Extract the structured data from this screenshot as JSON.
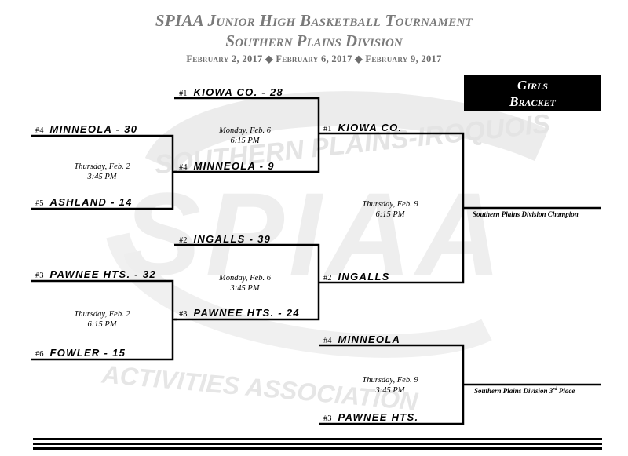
{
  "header": {
    "title": "SPIAA Junior High Basketball Tournament",
    "subtitle": "Southern Plains Division",
    "dates": "February 2, 2017 ◆ February 6, 2017 ◆ February 9, 2017"
  },
  "bracket_label": {
    "line1": "Girls",
    "line2": "Bracket"
  },
  "watermark": {
    "top_text": "SOUTHERN PLAINS-IROQUOIS",
    "logo_text": "SPIAA",
    "bottom_text": "ACTIVITIES ASSOCIATION"
  },
  "round1": [
    {
      "seed": "#4",
      "team": "MINNEOLA - 30"
    },
    {
      "seed": "#5",
      "team": "ASHLAND - 14"
    },
    {
      "seed": "#3",
      "team": "PAWNEE HTS. - 32"
    },
    {
      "seed": "#6",
      "team": "FOWLER - 15"
    }
  ],
  "round1_games": [
    {
      "day": "Thursday, Feb. 2",
      "time": "3:45 PM"
    },
    {
      "day": "Thursday, Feb. 2",
      "time": "6:15 PM"
    }
  ],
  "semis": [
    {
      "seed": "#1",
      "team": "KIOWA CO. - 28"
    },
    {
      "seed": "#4",
      "team": "MINNEOLA - 9"
    },
    {
      "seed": "#2",
      "team": "INGALLS - 39"
    },
    {
      "seed": "#3",
      "team": "PAWNEE HTS. - 24"
    }
  ],
  "semi_games": [
    {
      "day": "Monday, Feb. 6",
      "time": "6:15 PM"
    },
    {
      "day": "Monday, Feb. 6",
      "time": "3:45 PM"
    }
  ],
  "finals": [
    {
      "seed": "#1",
      "team": "KIOWA CO."
    },
    {
      "seed": "#2",
      "team": "INGALLS"
    }
  ],
  "final_game": {
    "day": "Thursday, Feb. 9",
    "time": "6:15 PM"
  },
  "champion_label": "Southern Plains Division Champion",
  "third": [
    {
      "seed": "#4",
      "team": "MINNEOLA"
    },
    {
      "seed": "#3",
      "team": "PAWNEE HTS."
    }
  ],
  "third_game": {
    "day": "Thursday, Feb. 9",
    "time": "3:45 PM"
  },
  "third_label": {
    "text": "Southern Plains Division 3",
    "sup": "rd",
    "suffix": " Place"
  }
}
